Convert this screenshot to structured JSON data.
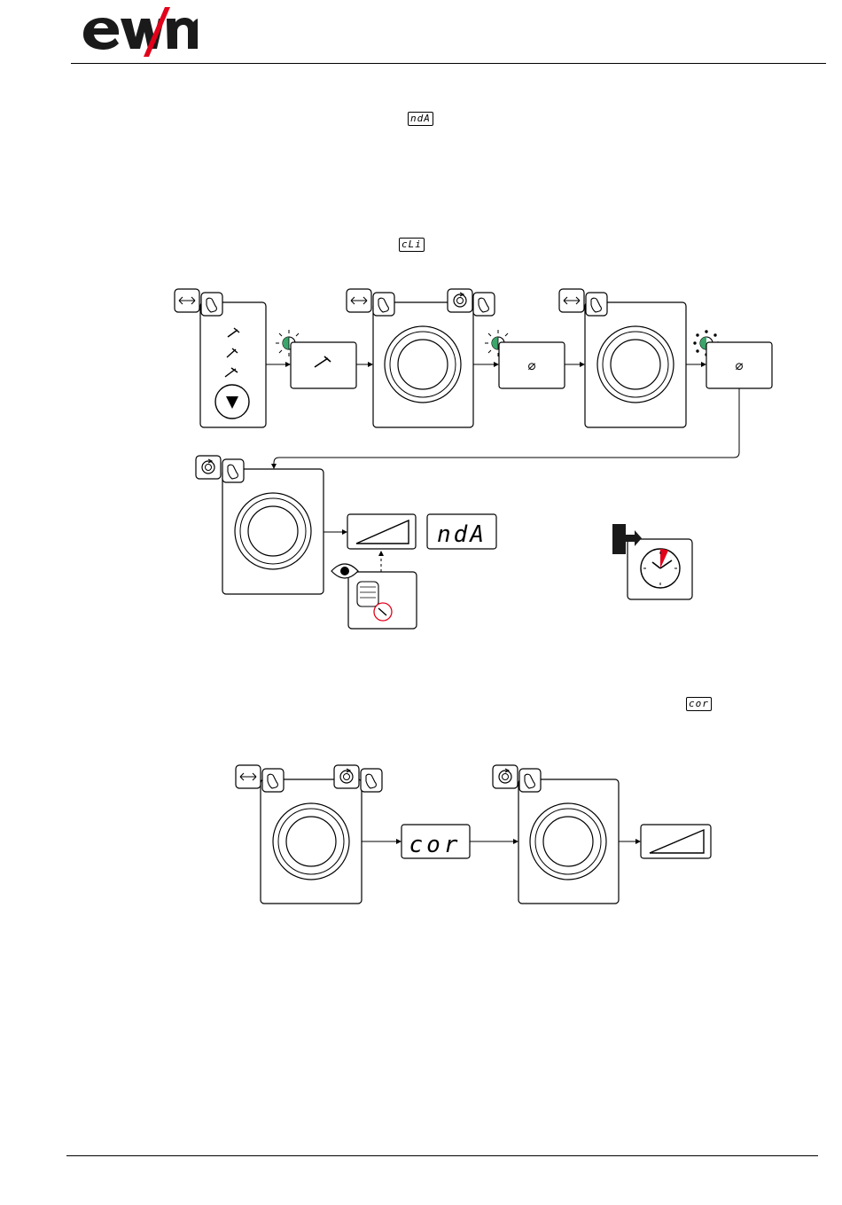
{
  "header": {
    "logo_text": "ewm",
    "logo_icon": "ewm-logo",
    "accent_color": "#e2001a"
  },
  "inline_codes": {
    "nda": "ndA",
    "cli": "cLi",
    "cor": "cor"
  },
  "diagram_1": {
    "parameter_box_symbol": "⌀",
    "display_code": "ndA"
  },
  "diagram_2": {
    "display_code": "cor"
  },
  "colors": {
    "led_green": "#3aa66a",
    "clock_red": "#e2001a",
    "line": "#000000",
    "panel_fill": "#ffffff"
  }
}
